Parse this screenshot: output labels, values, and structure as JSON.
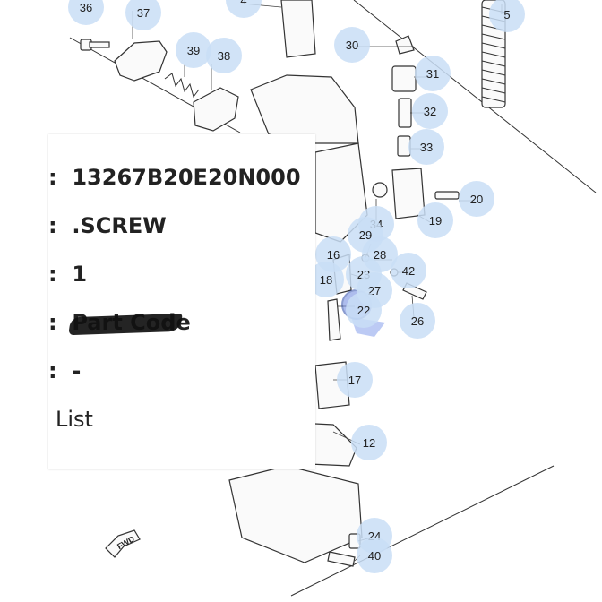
{
  "diagram": {
    "callouts": [
      "36",
      "37",
      "4",
      "5",
      "39",
      "38",
      "30",
      "31",
      "32",
      "33",
      "20",
      "19",
      "34",
      "29",
      "28",
      "16",
      "23",
      "42",
      "18",
      "27",
      "22",
      "26",
      "17",
      "12",
      "24",
      "40"
    ],
    "fwd_label": "FWD"
  },
  "panel": {
    "part_number": "13267B20E20N000",
    "part_name": ".SCREW",
    "quantity": "1",
    "remarks": "Part Code",
    "dash": "-",
    "list_label": "List",
    "colon": ":"
  }
}
